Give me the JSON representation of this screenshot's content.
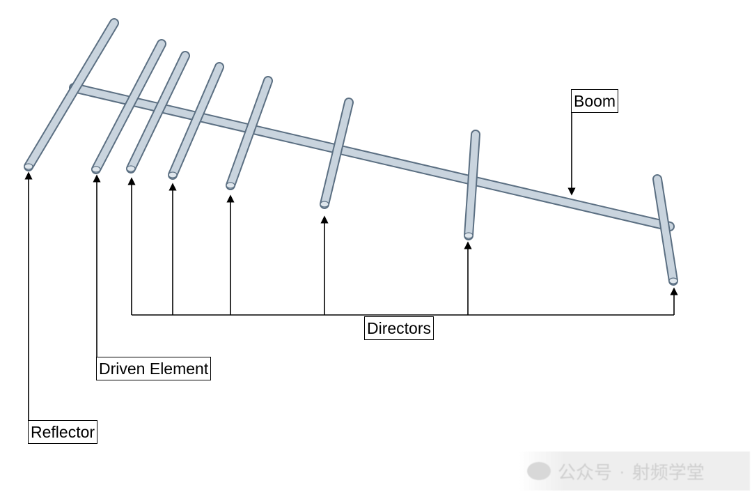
{
  "diagram": {
    "labels": {
      "boom": "Boom",
      "directors": "Directors",
      "driven_element": "Driven Element",
      "reflector": "Reflector"
    },
    "elements": [
      "reflector",
      "driven-element",
      "director-1",
      "director-2",
      "director-3",
      "director-4",
      "director-5",
      "director-6"
    ]
  },
  "watermark": {
    "account": "公众号",
    "separator": "·",
    "name": "射频学堂"
  },
  "colors": {
    "rod_fill": "#c9d4de",
    "rod_outline": "#5b6f82",
    "line": "#000000"
  }
}
